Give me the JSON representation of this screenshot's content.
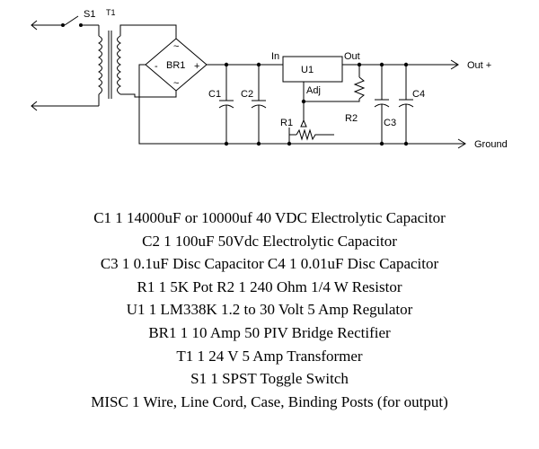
{
  "schematic": {
    "labels": {
      "s1": "S1",
      "t1": "T1",
      "br1": "BR1",
      "minus": "-",
      "plus": "+",
      "tilde": "~",
      "c1": "C1",
      "c2": "C2",
      "c3": "C3",
      "c4": "C4",
      "u1": "U1",
      "in": "In",
      "out": "Out",
      "adj": "Adj",
      "r1": "R1",
      "r2": "R2",
      "out_plus": "Out +",
      "ground": "Ground"
    }
  },
  "parts_list": [
    "C1 1 14000uF or 10000uf 40 VDC Electrolytic Capacitor",
    "C2 1 100uF 50Vdc Electrolytic Capacitor",
    "C3 1 0.1uF Disc Capacitor C4 1 0.01uF Disc Capacitor",
    "R1 1 5K Pot R2 1 240 Ohm 1/4 W Resistor",
    "U1 1 LM338K 1.2 to 30 Volt 5 Amp Regulator",
    "BR1 1 10 Amp 50 PIV Bridge Rectifier",
    "T1 1 24 V 5 Amp Transformer",
    "S1 1 SPST Toggle Switch",
    "MISC 1 Wire, Line Cord, Case, Binding Posts (for output)"
  ]
}
